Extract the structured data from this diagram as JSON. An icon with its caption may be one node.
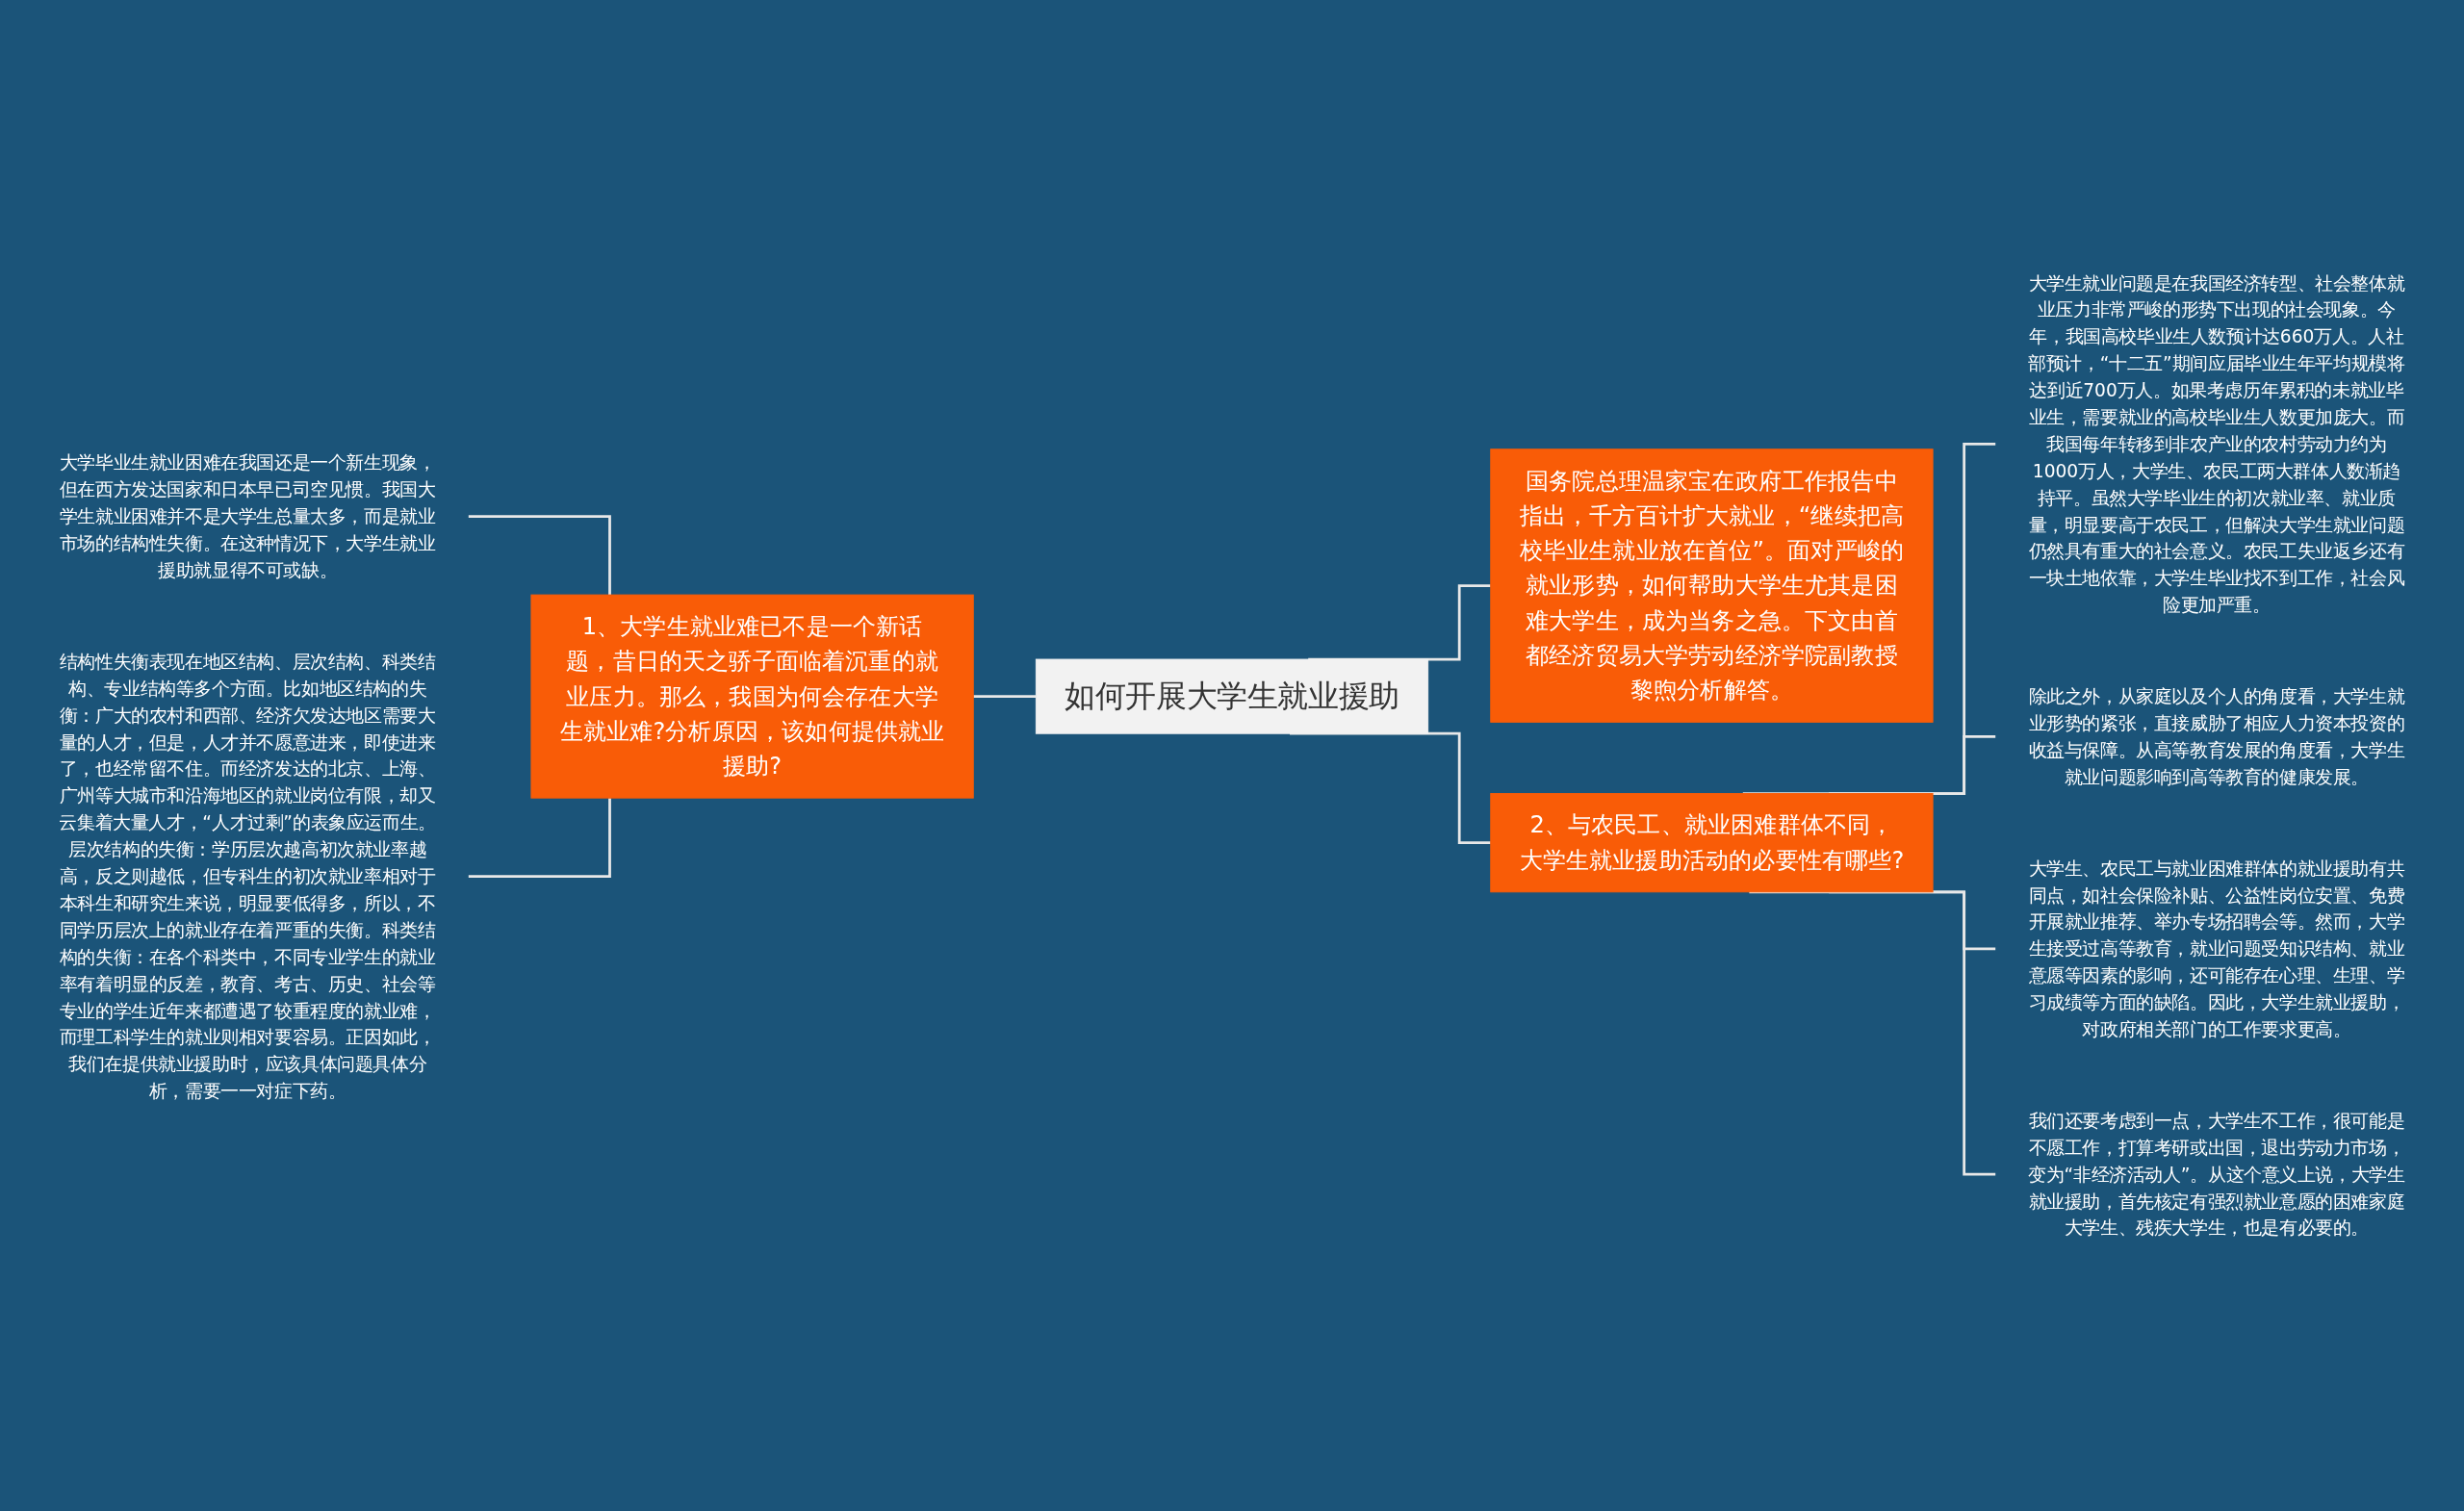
{
  "diagram": {
    "nodes": [
      {
        "text": [
          "如何开展大学生就业援助"
        ]
      },
      {
        "text": [
          "1、大学生就业难已不是一个新话题，昔日的天之骄子面临着沉重的就业压力。那么，我国为何会存在大学生就业难?分析原因，该如何提供就业援助?"
        ]
      },
      {
        "text": [
          "大学毕业生就业困难在我国还是一个新生现象，但在西方发达国家和日本早已司空见惯。我国大学生就业困难并不是大学生总量太多，而是就业市场的结构性失衡。在这种情况下，大学生就业援助就显得不可或缺。"
        ]
      },
      {
        "text": [
          "结构性失衡表现在地区结构、层次结构、科类结构、专业结构等多个方面。比如地区结构的失衡：广大的农村和西部、经济欠发达地区需要大量的人才，但是，人才并不愿意进来，即使进来了，也经常留不住。而经济发达的北京、上海、广州等大城市和沿海地区的就业岗位有限，却又云集着大量人才，“人才过剩”的表象应运而生。层次结构的失衡：学历层次越高初次就业率越高，反之则越低，但专科生的初次就业率相对于本科生和研究生来说，明显要低得多，所以，不同学历层次上的就业存在着严重的失衡。科类结构的失衡：在各个科类中，不同专业学生的就业率有着明显的反差，教育、考古、历史、社会等专业的学生近年来都遭遇了较重程度的就业难，而理工科学生的就业则相对要容易。正因如此，我们在提供就业援助时，应该具体问题具体分析，需要一一对症下药。"
        ]
      },
      {
        "text": [
          "国务院总理温家宝在政府工作报告中指出，千方百计扩大就业，“继续把高校毕业生就业放在首位”。面对严峻的就业形势，如何帮助大学生尤其是困难大学生，成为当务之急。下文由首都经济贸易大学劳动经济学院副教授黎煦分析解答。"
        ]
      },
      {
        "text": [
          "2、与农民工、就业困难群体不同，大学生就业援助活动的必要性有哪些?"
        ]
      },
      {
        "text": [
          "大学生就业问题是在我国经济转型、社会整体就业压力非常严峻的形势下出现的社会现象。今年，我国高校毕业生人数预计达660万人。人社部预计，“十二五”期间应届毕业生年平均规模将达到近700万人。如果考虑历年累积的未就业毕业生，需要就业的高校毕业生人数更加庞大。而我国每年转移到非农产业的农村劳动力约为1000万人，大学生、农民工两大群体人数渐趋持平。虽然大学毕业生的初次就业率、就业质量，明显要高于农民工，但解决大学生就业问题仍然具有重大的社会意义。农民工失业返乡还有一块土地依靠，大学生毕业找不到工作，社会风险更加严重。"
        ]
      },
      {
        "text": [
          "除此之外，从家庭以及个人的角度看，大学生就业形势的紧张，直接威胁了相应人力资本投资的收益与保障。从高等教育发展的角度看，大学生就业问题影响到高等教育的健康发展。"
        ]
      },
      {
        "text": [
          "大学生、农民工与就业困难群体的就业援助有共同点，如社会保险补贴、公益性岗位安置、免费开展就业推荐、举办专场招聘会等。然而，大学生接受过高等教育，就业问题受知识结构、就业意愿等因素的影响，还可能存在心理、生理、学习成绩等方面的缺陷。因此，大学生就业援助，对政府相关部门的工作要求更高。"
        ]
      },
      {
        "text": [
          "我们还要考虑到一点，大学生不工作，很可能是不愿工作，打算考研或出国，退出劳动力市场，变为“非经济活动人”。从这个意义上说，大学生就业援助，首先核定有强烈就业意愿的困难家庭大学生、残疾大学生，也是有必要的。"
        ]
      }
    ],
    "edges": [
      {
        "from": 2,
        "to": 1,
        "arrow": "none"
      },
      {
        "from": 3,
        "to": 1,
        "arrow": "none"
      },
      {
        "from": 1,
        "to": 0,
        "arrow": "none"
      },
      {
        "from": 0,
        "to": 5,
        "arrow": "none"
      },
      {
        "from": 5,
        "to": 6,
        "arrow": "none"
      },
      {
        "from": 5,
        "to": 7,
        "arrow": "none"
      },
      {
        "from": 5,
        "to": 8,
        "arrow": "none"
      },
      {
        "from": 5,
        "to": 9,
        "arrow": "none"
      },
      {
        "from": 0,
        "to": 4,
        "arrow": "none"
      }
    ]
  }
}
